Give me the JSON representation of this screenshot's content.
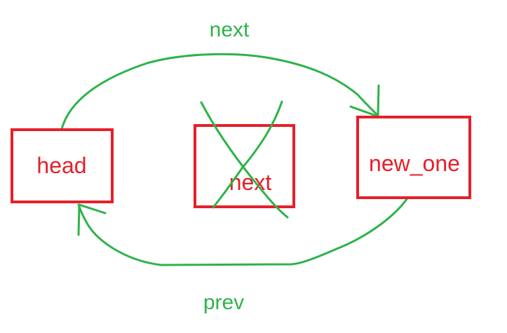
{
  "colors": {
    "box": "#e5202a",
    "arrow": "#2db34a",
    "label_red": "#e5202a",
    "label_green": "#2db34a"
  },
  "nodes": {
    "head": {
      "label": "head"
    },
    "next": {
      "label": "next",
      "crossed_out": true
    },
    "new_one": {
      "label": "new_one"
    }
  },
  "edges": {
    "next_link": {
      "label": "next",
      "from": "head",
      "to": "new_one"
    },
    "prev_link": {
      "label": "prev",
      "from": "new_one",
      "to": "head"
    }
  }
}
